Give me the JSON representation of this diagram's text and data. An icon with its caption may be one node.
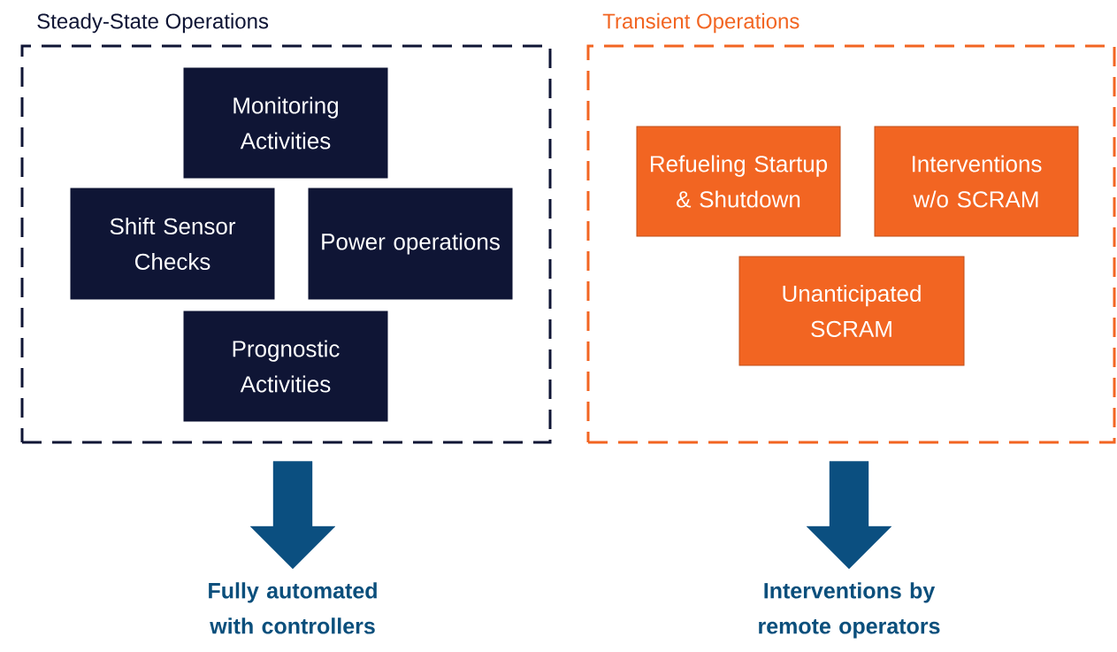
{
  "diagram": {
    "nodes": [
      {
        "text": [
          "Steady-State Operations"
        ]
      },
      {
        "text": [
          "Monitoring Activities"
        ],
        "in": 0
      },
      {
        "text": [
          "Shift Sensor Checks"
        ],
        "in": 0
      },
      {
        "text": [
          "Power operations"
        ],
        "in": 0
      },
      {
        "text": [
          "Prognostic Activities"
        ],
        "in": 0
      },
      {
        "text": [
          "Transient Operations"
        ]
      },
      {
        "text": [
          "Refueling Startup & Shutdown"
        ],
        "in": 5
      },
      {
        "text": [
          "Interventions w/o SCRAM"
        ],
        "in": 5
      },
      {
        "text": [
          "Unanticipated SCRAM"
        ],
        "in": 5
      },
      {
        "text": [
          "Fully automated with controllers"
        ]
      },
      {
        "text": [
          "Interventions by remote operators"
        ]
      }
    ],
    "edges": [
      {
        "from": 0,
        "to": 9,
        "arrow": "to",
        "style": "thick"
      },
      {
        "from": 5,
        "to": 10,
        "arrow": "to",
        "style": "thick"
      }
    ]
  }
}
